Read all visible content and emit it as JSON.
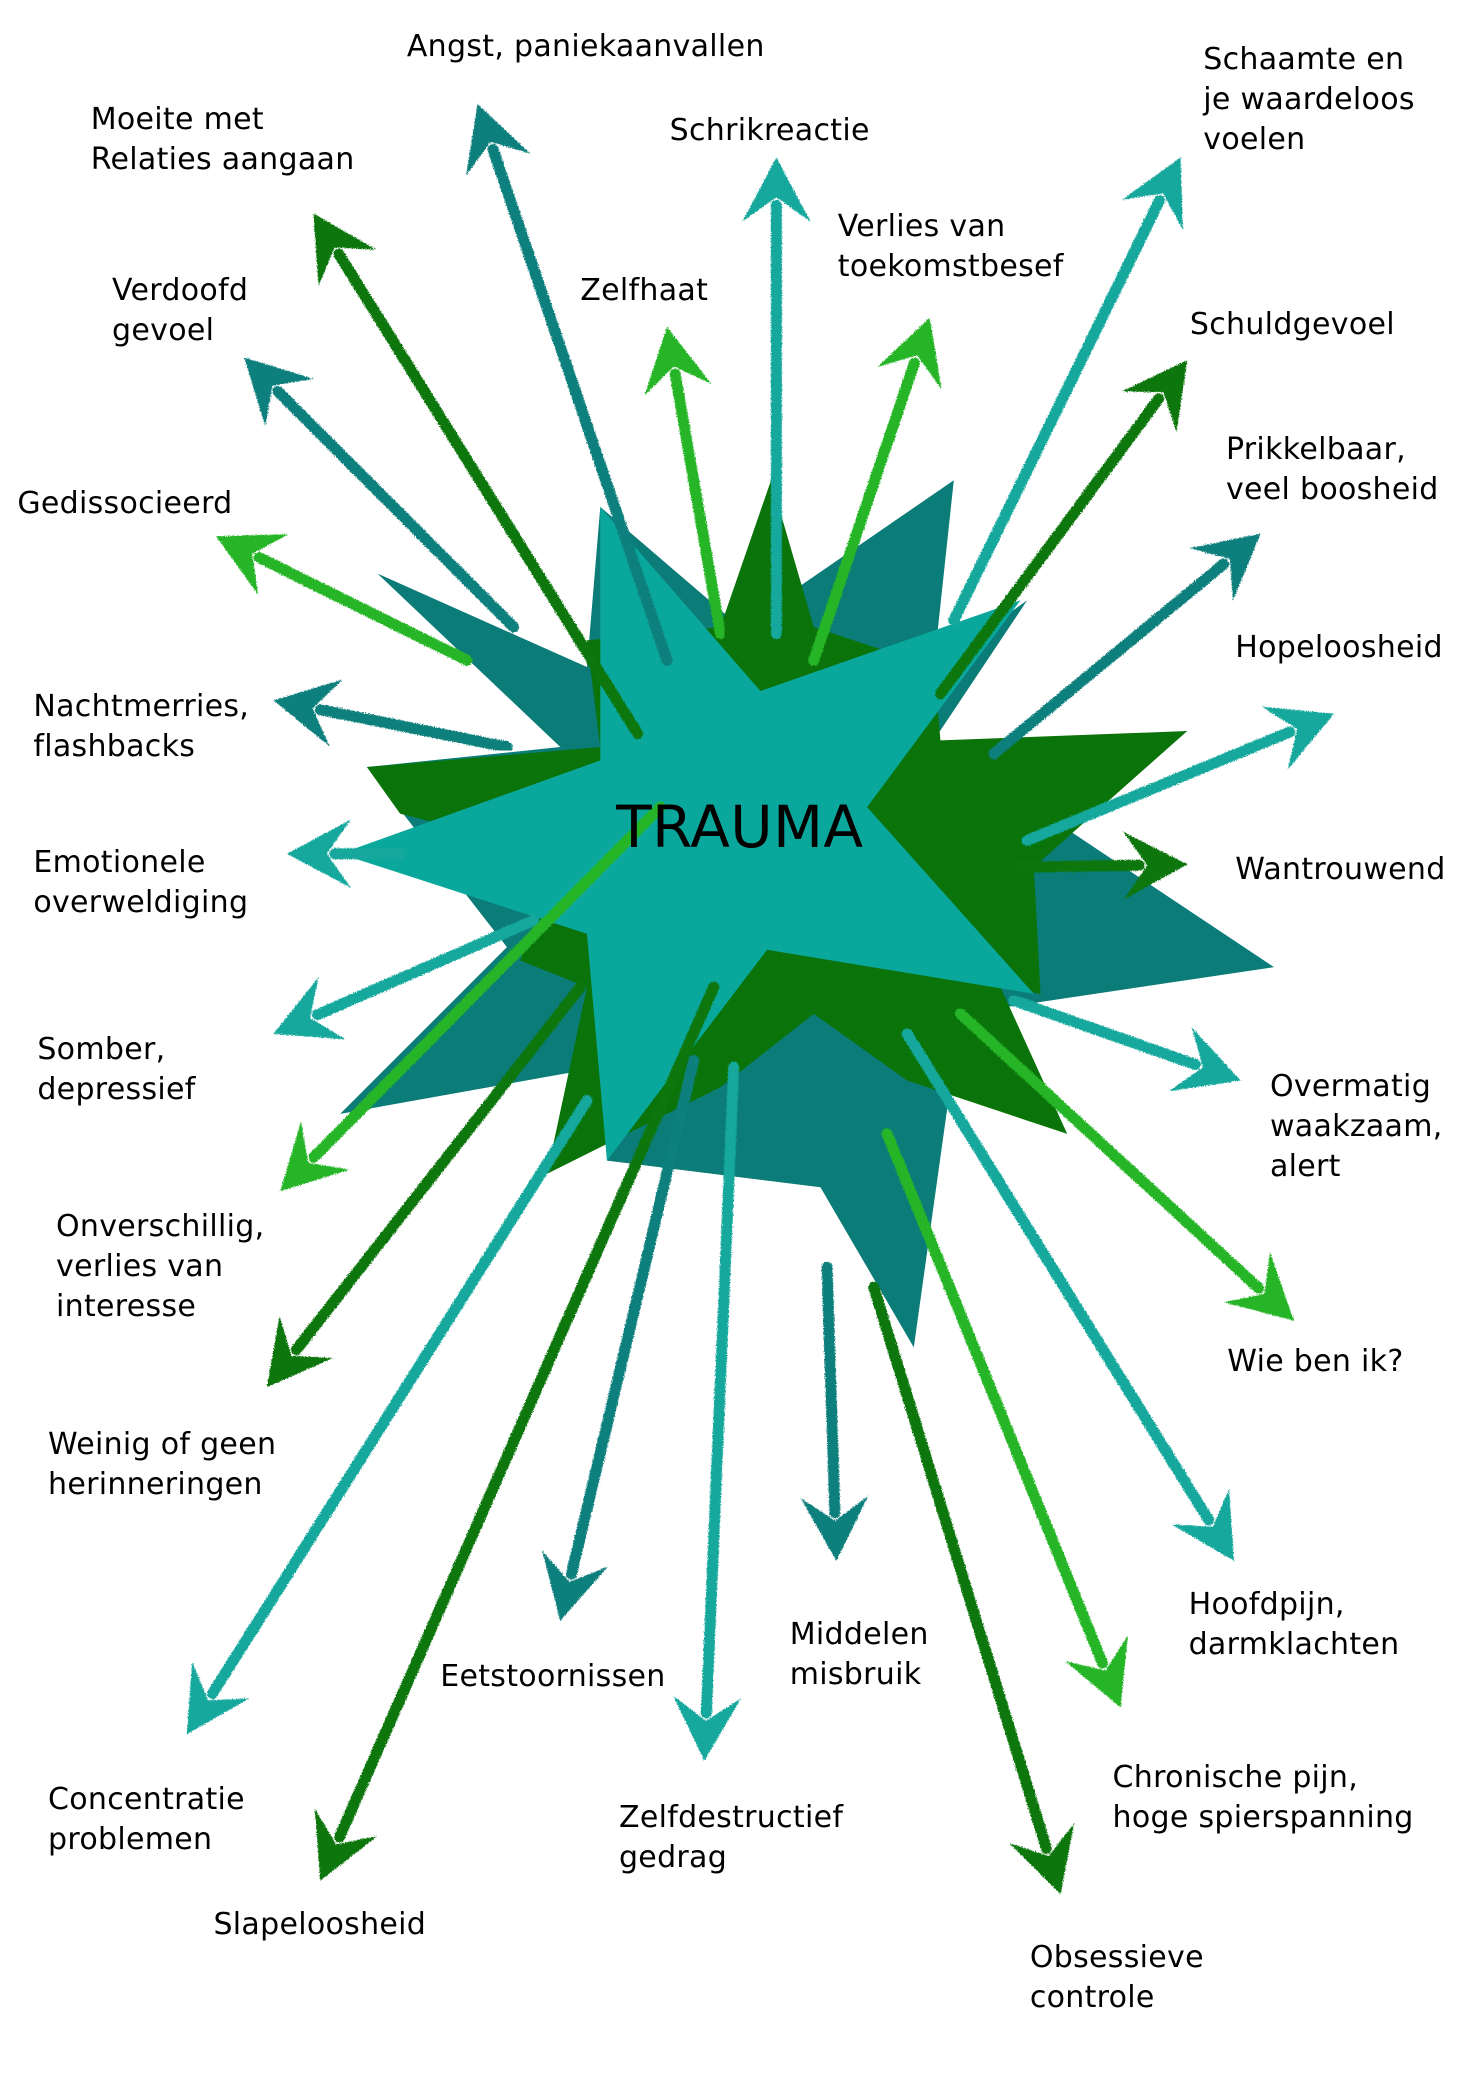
{
  "diagram": {
    "center_label": "TRAUMA",
    "colors": {
      "teal_light": "#12a89c",
      "teal_dark": "#0f7f7c",
      "green_dark": "#0b760b",
      "green_bright": "#27b527",
      "star_teal_light": "#0aa89c",
      "star_teal_dark": "#0b7c78",
      "star_green": "#0a730a",
      "text": "#000000",
      "background": "#ffffff"
    },
    "items": [
      {
        "label": [
          "Angst, paniekaanvallen"
        ],
        "color": "teal_dark"
      },
      {
        "label": [
          "Moeite met",
          "Relaties aangaan"
        ],
        "color": "green_dark"
      },
      {
        "label": [
          "Verdoofd",
          "gevoel"
        ],
        "color": "teal_dark"
      },
      {
        "label": [
          "Gedissocieerd"
        ],
        "color": "green_bright"
      },
      {
        "label": [
          "Nachtmerries,",
          "flashbacks"
        ],
        "color": "teal_dark"
      },
      {
        "label": [
          "Emotionele",
          "overweldiging"
        ],
        "color": "teal_light"
      },
      {
        "label": [
          "Somber,",
          "depressief"
        ],
        "color": "teal_light"
      },
      {
        "label": [
          "Onverschillig,",
          "verlies van",
          "interesse"
        ],
        "color": "green_bright"
      },
      {
        "label": [
          "Weinig of geen",
          "herinneringen"
        ],
        "color": "green_dark"
      },
      {
        "label": [
          "Concentratie",
          "problemen"
        ],
        "color": "teal_light"
      },
      {
        "label": [
          "Slapeloosheid"
        ],
        "color": "green_dark"
      },
      {
        "label": [
          "Eetstoornissen"
        ],
        "color": "teal_dark"
      },
      {
        "label": [
          "Zelfdestructief",
          "gedrag"
        ],
        "color": "teal_light"
      },
      {
        "label": [
          "Middelen",
          "misbruik"
        ],
        "color": "teal_dark"
      },
      {
        "label": [
          "Obsessieve",
          "controle"
        ],
        "color": "green_dark"
      },
      {
        "label": [
          "Chronische pijn,",
          "hoge spierspanning"
        ],
        "color": "green_bright"
      },
      {
        "label": [
          "Hoofdpijn,",
          "darmklachten"
        ],
        "color": "teal_light"
      },
      {
        "label": [
          "Wie ben ik?"
        ],
        "color": "green_bright"
      },
      {
        "label": [
          "Overmatig",
          "waakzaam,",
          "alert"
        ],
        "color": "teal_light"
      },
      {
        "label": [
          "Wantrouwend"
        ],
        "color": "green_dark"
      },
      {
        "label": [
          "Hopeloosheid"
        ],
        "color": "teal_light"
      },
      {
        "label": [
          "Prikkelbaar,",
          "veel boosheid"
        ],
        "color": "teal_dark"
      },
      {
        "label": [
          "Schuldgevoel"
        ],
        "color": "green_dark"
      },
      {
        "label": [
          "Schaamte en",
          "je waardeloos",
          "voelen"
        ],
        "color": "teal_light"
      },
      {
        "label": [
          "Verlies van",
          "toekomstbesef"
        ],
        "color": "green_bright"
      },
      {
        "label": [
          "Schrikreactie"
        ],
        "color": "teal_light"
      },
      {
        "label": [
          "Zelfhaat"
        ],
        "color": "green_bright"
      }
    ]
  }
}
